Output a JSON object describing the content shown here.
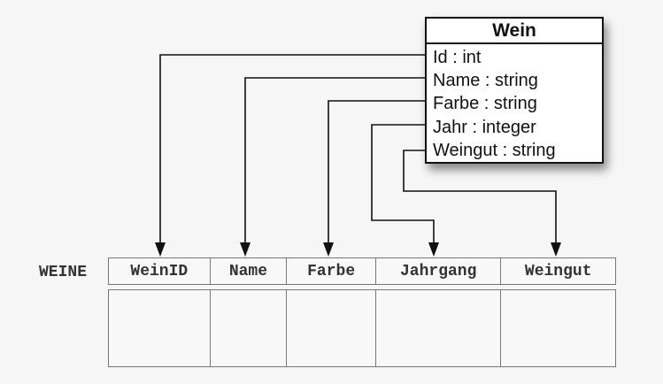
{
  "class": {
    "name": "Wein",
    "attributes": [
      "Id : int",
      "Name : string",
      "Farbe : string",
      "Jahr : integer",
      "Weingut : string"
    ]
  },
  "table": {
    "name": "WEINE",
    "columns": [
      "WeinID",
      "Name",
      "Farbe",
      "Jahrgang",
      "Weingut"
    ]
  },
  "mappings": [
    {
      "from": "Id : int",
      "to": "WeinID"
    },
    {
      "from": "Name : string",
      "to": "Name"
    },
    {
      "from": "Farbe : string",
      "to": "Farbe"
    },
    {
      "from": "Jahr : integer",
      "to": "Jahrgang"
    },
    {
      "from": "Weingut : string",
      "to": "Weingut"
    }
  ]
}
